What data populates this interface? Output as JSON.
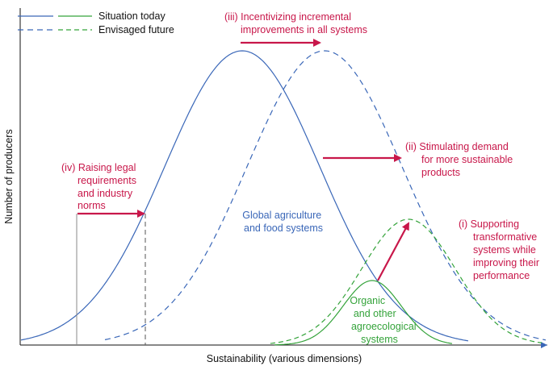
{
  "legend": {
    "solid_label": "Situation today",
    "dashed_label": "Envisaged future"
  },
  "axes": {
    "xlabel": "Sustainability (various dimensions)",
    "ylabel": "Number of producers"
  },
  "annotations": {
    "iii": [
      "(iii) Incentivizing incremental",
      "improvements in all systems"
    ],
    "ii": [
      "(ii) Stimulating demand",
      "for more sustainable",
      "products"
    ],
    "iv": [
      "(iv) Raising legal",
      "requirements",
      "and industry",
      "norms"
    ],
    "i": [
      "(i) Supporting",
      "transformative",
      "systems while",
      "improving their",
      "performance"
    ]
  },
  "curve_labels": {
    "global": [
      "Global agriculture",
      "and food systems"
    ],
    "organic": [
      "Organic",
      "and other",
      "agroecological",
      "systems"
    ]
  },
  "colors": {
    "global_systems": "#3a67b8",
    "organic_systems": "#34a33a",
    "annotation": "#c8174a",
    "axis": "#111111"
  }
}
